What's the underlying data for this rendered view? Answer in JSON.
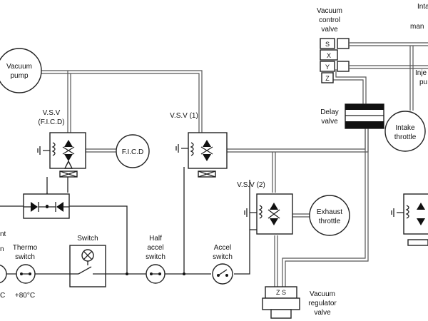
{
  "labels": {
    "vacuum_pump": [
      "Vacuum",
      "pump"
    ],
    "vsv_ficd": [
      "V.S.V",
      "(F.I.C.D)"
    ],
    "ficd": "F.I.C.D",
    "vsv1": "V.S.V (1)",
    "vsv2": "V.S.V (2)",
    "exhaust_throttle": [
      "Exhaust",
      "throttle"
    ],
    "vacuum_control_valve": [
      "Vacuum",
      "control",
      "valve"
    ],
    "vcv_ports": [
      "S",
      "X",
      "Y",
      "Z"
    ],
    "delay_valve": [
      "Delay",
      "valve"
    ],
    "intake_throttle": [
      "Intake",
      "throttle"
    ],
    "intake_manifold_partial": [
      "Inta",
      "man"
    ],
    "injection_pump_partial": [
      "Inje",
      "pu"
    ],
    "vacuum_regulator_valve": [
      "Vacuum",
      "regulator",
      "valve"
    ],
    "vrv_ports": "Z  S",
    "switch": "Switch",
    "thermo_switch": [
      "Thermo",
      "switch"
    ],
    "thermo_temp": "+80°C",
    "half_accel_switch": [
      "Half",
      "accel",
      "switch"
    ],
    "accel_switch": [
      "Accel",
      "switch"
    ],
    "left_partial": [
      "nt",
      "n",
      "C"
    ]
  },
  "colors": {
    "line": "#222222",
    "hose": "#555555",
    "fill": "#111111"
  }
}
